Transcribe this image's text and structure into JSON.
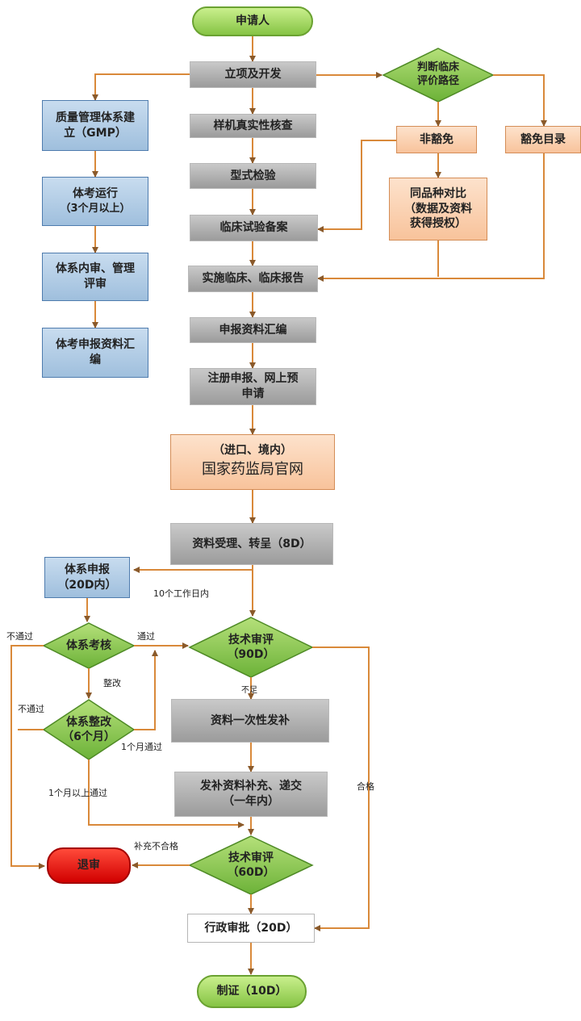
{
  "nodes": {
    "applicant": "申请人",
    "project_dev": "立项及开发",
    "judge_clinical": [
      "判断临床",
      "评价路径"
    ],
    "gmp": [
      "质量管理体系建",
      "立（GMP）"
    ],
    "sample_check": "样机真实性核查",
    "non_exempt": "非豁免",
    "exempt_list": "豁免目录",
    "type_test": "型式检验",
    "same_product": [
      "同品种对比",
      "（数据及资料",
      "获得授权）"
    ],
    "system_run": [
      "体考运行",
      "（3个月以上）"
    ],
    "clinical_filing": "临床试验备案",
    "internal_audit": [
      "体系内审、管理",
      "评审"
    ],
    "clinical_report": "实施临床、临床报告",
    "materials_compile": "申报资料汇编",
    "system_materials": [
      "体考申报资料汇",
      "编"
    ],
    "registration": [
      "注册申报、网上预",
      "申请"
    ],
    "nmpa_sub": "（进口、境内）",
    "nmpa": "国家药监局官网",
    "acceptance": "资料受理、转呈（8D）",
    "system_declare": [
      "体系申报",
      "（20D内）"
    ],
    "system_exam": "体系考核",
    "tech_review_1": [
      "技术审评",
      "（90D）"
    ],
    "supplement_once": "资料一次性发补",
    "system_rectify": [
      "体系整改",
      "（6个月）"
    ],
    "supplement_submit": [
      "发补资料补充、递交",
      "（一年内）"
    ],
    "withdraw": "退审",
    "tech_review_2": [
      "技术审评",
      "（60D）"
    ],
    "admin_approval": "行政审批（20D）",
    "certificate": "制证（10D）"
  },
  "labels": {
    "within_10_days": "10个工作日内",
    "pass": "通过",
    "fail_1": "不通过",
    "rectify": "整改",
    "insufficient": "不足",
    "fail_2": "不通过",
    "one_month_pass": "1个月通过",
    "over_one_month_pass": "1个月以上通过",
    "qualified": "合格",
    "supplement_fail": "补充不合格"
  },
  "colors": {
    "connector": "#d9893a",
    "process_box": "#a9a9a9",
    "system_box": "#a9c7e6",
    "path_box": "#fbd0ae",
    "decision": "#7ac143",
    "withdraw": "#e00000"
  }
}
